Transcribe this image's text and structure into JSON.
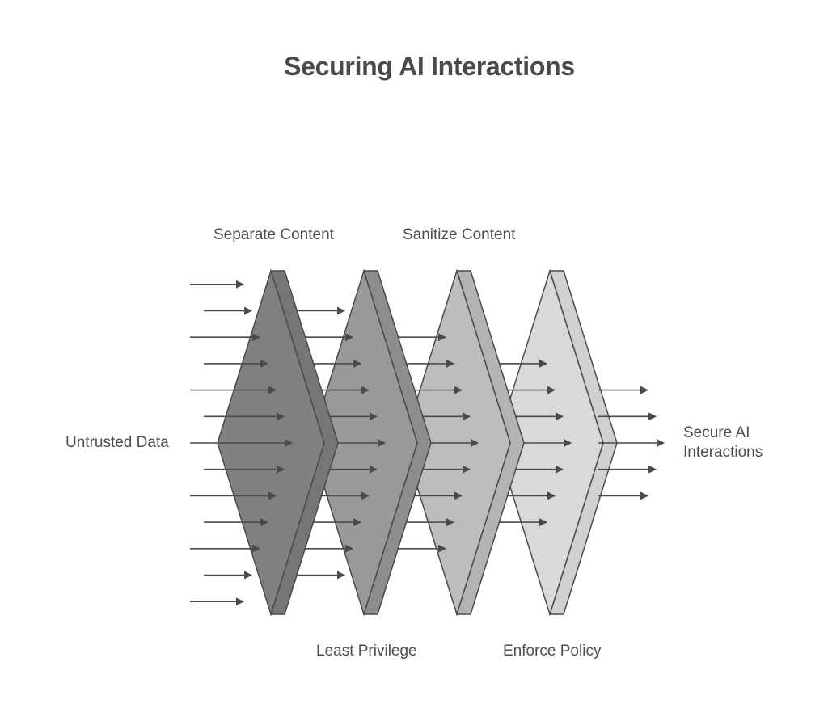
{
  "title": "Securing AI Interactions",
  "input_label": "Untrusted Data",
  "output_label_line1": "Secure AI",
  "output_label_line2": "Interactions",
  "stages": [
    {
      "label": "Separate Content",
      "label_position": "top",
      "front_color": "#808080",
      "side_color": "#767676"
    },
    {
      "label": "Least Privilege",
      "label_position": "bottom",
      "front_color": "#999999",
      "side_color": "#8d8d8d"
    },
    {
      "label": "Sanitize Content",
      "label_position": "top",
      "front_color": "#bdbdbd",
      "side_color": "#b3b3b3"
    },
    {
      "label": "Enforce Policy",
      "label_position": "bottom",
      "front_color": "#d9d9d9",
      "side_color": "#d0d0d0"
    }
  ],
  "arrow_counts": [
    13,
    11,
    9,
    7,
    5
  ],
  "stroke_color": "#4a4a4a"
}
